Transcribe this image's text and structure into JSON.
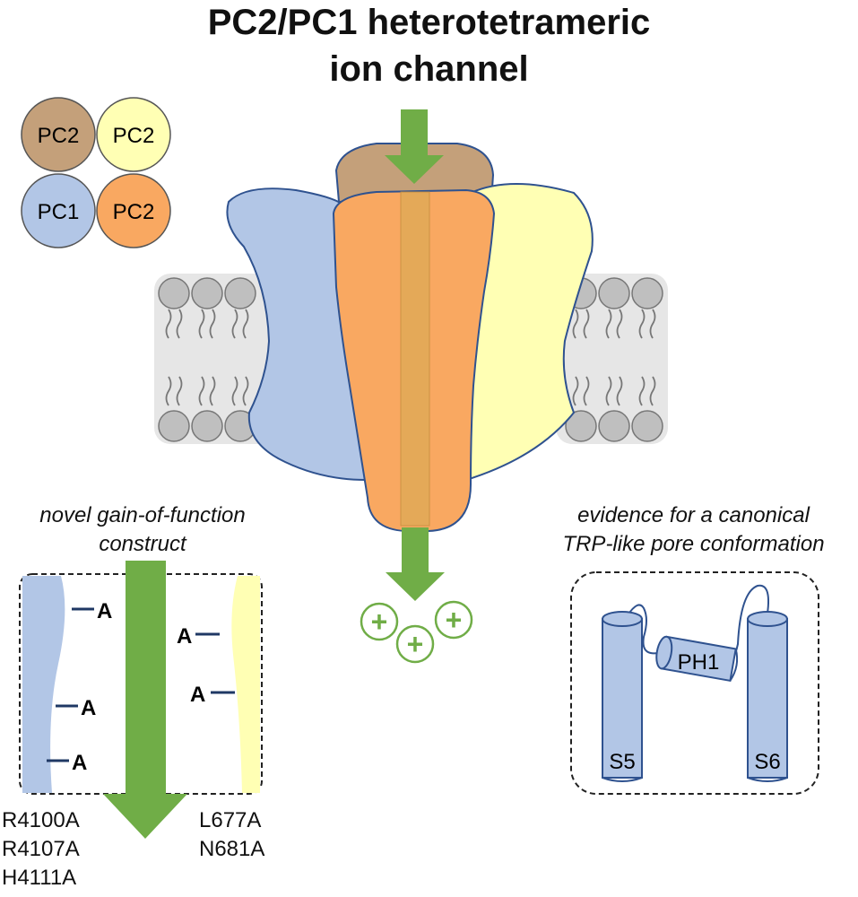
{
  "title": {
    "line1": "PC2/PC1 heterotetrameric",
    "line2": "ion channel"
  },
  "legend": {
    "items": [
      {
        "label": "PC2",
        "color": "#c4a07a"
      },
      {
        "label": "PC2",
        "color": "#ffffb4"
      },
      {
        "label": "PC1",
        "color": "#b2c6e6"
      },
      {
        "label": "PC2",
        "color": "#f9a861"
      }
    ]
  },
  "colors": {
    "pc1": "#b2c6e6",
    "pc2_back": "#c4a07a",
    "pc2_right": "#ffffb4",
    "pc2_front": "#f9a861",
    "arrow": "#70ad47",
    "outline": "#2f528f",
    "membrane": "#e6e6e6",
    "lipid": "#bfbfbf"
  },
  "ions": {
    "symbol": "+",
    "count": 3
  },
  "left_panel": {
    "caption_line1": "novel gain-of-function",
    "caption_line2": "construct",
    "pc1_markers": [
      "A",
      "A",
      "A"
    ],
    "pc2_markers": [
      "A",
      "A"
    ],
    "pc1_mutations": [
      "R4100A",
      "R4107A",
      "H4111A"
    ],
    "pc2_mutations": [
      "L677A",
      "N681A"
    ]
  },
  "right_panel": {
    "caption_line1": "evidence for a canonical",
    "caption_line2": "TRP-like pore conformation",
    "helix_s5": "S5",
    "helix_ph1": "PH1",
    "helix_s6": "S6"
  }
}
